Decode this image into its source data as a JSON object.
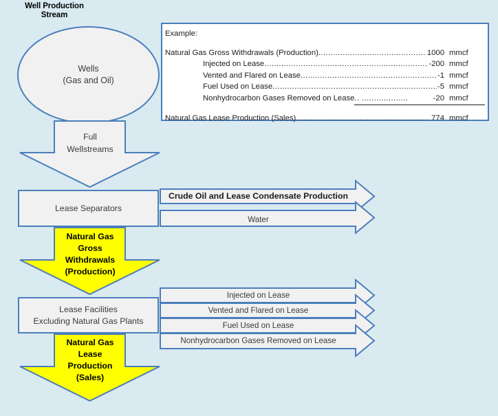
{
  "colors": {
    "background": "#daeaf1",
    "outline": "#4a7ebb",
    "shape_fill": "#f1f1f1",
    "highlight": "#ffff00",
    "box_fill": "#ffffff",
    "text": "#3a3a3a"
  },
  "title": "Well Production\nStream",
  "title_line1": "Well Production",
  "title_line2": "Stream",
  "wells": {
    "line1": "Wells",
    "line2": "(Gas and Oil)"
  },
  "example": {
    "heading": "Example:",
    "rows": [
      {
        "label": "Natural Gas Gross Withdrawals (Production)",
        "value": "1000",
        "unit": "mmcf",
        "indent": false,
        "underline": false
      },
      {
        "label": "Injected on Lease",
        "value": "-200",
        "unit": "mmcf",
        "indent": true,
        "underline": false
      },
      {
        "label": "Vented and Flared on Lease",
        "value": "-1",
        "unit": "mmcf",
        "indent": true,
        "underline": false
      },
      {
        "label": "Fuel Used on Lease",
        "value": "-5",
        "unit": "mmcf",
        "indent": true,
        "underline": false
      },
      {
        "label": "Nonhydrocarbon Gases Removed on Lease",
        "value": "-20",
        "unit": "mmcf",
        "indent": true,
        "underline": true
      }
    ],
    "total": {
      "label": "Natural Gas Lease Production (Sales)",
      "value": "774",
      "unit": "mmcf"
    }
  },
  "flow": {
    "full_wellstreams_line1": "Full",
    "full_wellstreams_line2": "Wellstreams",
    "lease_separators": "Lease Separators",
    "gross_withdrawals_line1": "Natural Gas",
    "gross_withdrawals_line2": "Gross",
    "gross_withdrawals_line3": "Withdrawals",
    "gross_withdrawals_line4": "(Production)",
    "lease_facilities_line1": "Lease Facilities",
    "lease_facilities_line2": "Excluding Natural Gas Plants",
    "lease_production_line1": "Natural Gas",
    "lease_production_line2": "Lease",
    "lease_production_line3": "Production",
    "lease_production_line4": "(Sales)"
  },
  "separator_outputs": [
    {
      "label": "Crude Oil and Lease Condensate Production",
      "bold": true
    },
    {
      "label": "Water",
      "bold": false
    }
  ],
  "facility_outputs": [
    {
      "label": "Injected on Lease"
    },
    {
      "label": "Vented and Flared on Lease"
    },
    {
      "label": "Fuel Used on Lease"
    },
    {
      "label": "Nonhydrocarbon Gases Removed on Lease"
    }
  ]
}
